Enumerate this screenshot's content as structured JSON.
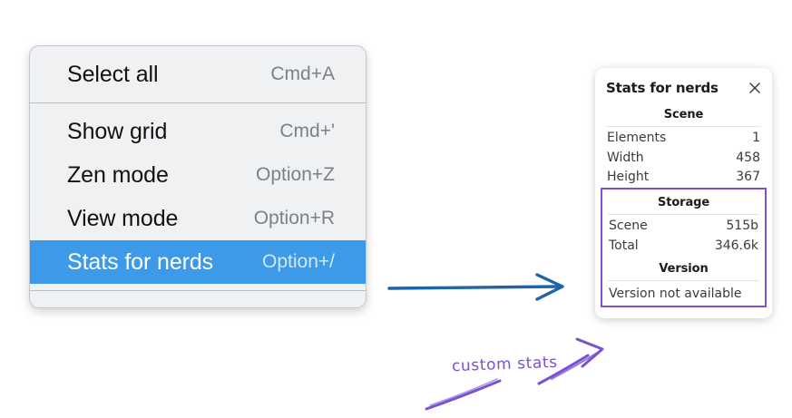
{
  "context_menu": {
    "groups": [
      {
        "items": [
          {
            "label": "Select all",
            "shortcut": "Cmd+A",
            "selected": false
          }
        ]
      },
      {
        "items": [
          {
            "label": "Show grid",
            "shortcut": "Cmd+'",
            "selected": false
          },
          {
            "label": "Zen mode",
            "shortcut": "Option+Z",
            "selected": false
          },
          {
            "label": "View mode",
            "shortcut": "Option+R",
            "selected": false
          },
          {
            "label": "Stats for nerds",
            "shortcut": "Option+/",
            "selected": true
          }
        ]
      }
    ]
  },
  "stats_panel": {
    "title": "Stats for nerds",
    "close_icon": "close-icon",
    "sections": [
      {
        "name": "scene",
        "title": "Scene",
        "rows": [
          {
            "key": "Elements",
            "value": "1"
          },
          {
            "key": "Width",
            "value": "458"
          },
          {
            "key": "Height",
            "value": "367"
          }
        ]
      },
      {
        "name": "storage",
        "title": "Storage",
        "rows": [
          {
            "key": "Scene",
            "value": "515b"
          },
          {
            "key": "Total",
            "value": "346.6k"
          }
        ]
      },
      {
        "name": "version",
        "title": "Version",
        "text": "Version not available"
      }
    ]
  },
  "annotations": {
    "custom_stats_label": "custom stats"
  },
  "colors": {
    "menu_background": "#f0f1f3",
    "menu_selected": "#3d9ae8",
    "annotation_purple": "#7a52d1",
    "arrow_blue": "#1f63a8",
    "panel_background": "#ffffff"
  }
}
